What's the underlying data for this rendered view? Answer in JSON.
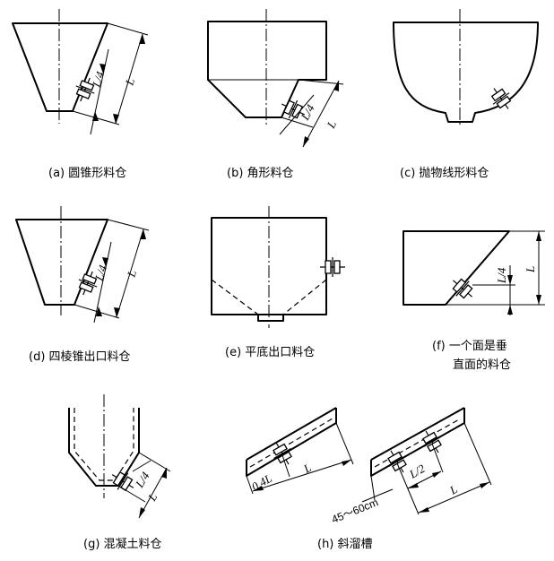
{
  "captions": {
    "a": "(a) 圆锥形料仓",
    "b": "(b) 角形料仓",
    "c": "(c) 抛物线形料仓",
    "d": "(d) 四棱锥出口料仓",
    "e": "(e) 平底出口料仓",
    "f_line1": "(f) 一个面是垂",
    "f_line2": "直面的料仓",
    "g": "(g) 混凝土料仓",
    "h": "(h) 斜溜槽"
  },
  "dims": {
    "L": "L",
    "L4": "L/4",
    "L2": "L/2",
    "p04L": "0.4L",
    "range": "45～60cm"
  },
  "colors": {
    "ink": "#000000",
    "paper": "#ffffff"
  }
}
